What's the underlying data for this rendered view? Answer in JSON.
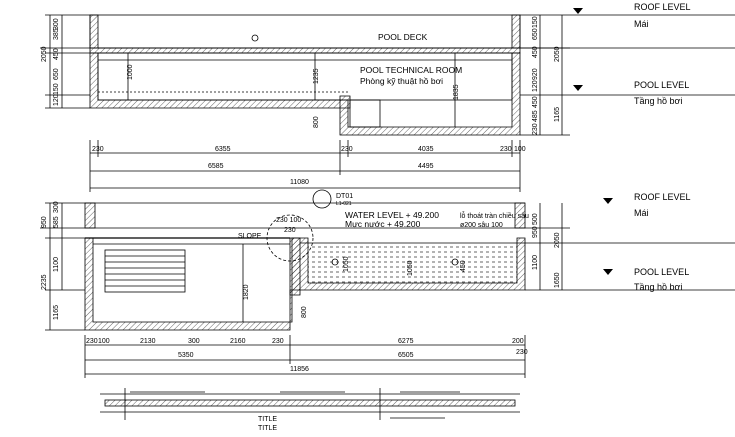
{
  "top_section": {
    "labels": {
      "pool_deck": "POOL DECK",
      "tech_room_en": "POOL TECHNICAL ROOM",
      "tech_room_vn": "Phòng kỹ thuật hồ bơi"
    },
    "level_labels": {
      "roof_level": "ROOF LEVEL",
      "roof_vn": "Mái",
      "pool_level": "POOL LEVEL",
      "pool_vn": "Tầng hồ bơi"
    },
    "left_dims": [
      "2050",
      "385",
      "300",
      "450",
      "650",
      "150",
      "120"
    ],
    "right_dims": [
      "150",
      "650",
      "450",
      "2050",
      "920",
      "1165",
      "120",
      "450",
      "485",
      "230"
    ],
    "inner_dims": [
      "1000",
      "1235",
      "1835",
      "800"
    ],
    "bottom_dims_row1": [
      "230",
      "6355",
      "230",
      "4035",
      "230",
      "100"
    ],
    "bottom_dims_row2": [
      "6585",
      "4495"
    ],
    "bottom_dims_total": "11080"
  },
  "mid_section": {
    "labels": {
      "water_level_en": "WATER LEVEL + 49.200",
      "water_level_vn": "Mực nước + 49.200",
      "note_en": "lỗ thoát tràn chiều sâu",
      "note_dim": "ø200 sâu 100",
      "slope": "SLOPE",
      "detail_id": "DT01",
      "detail_ref": "L1-021",
      "detail_dims": "230 100",
      "detail_dim2": "230"
    },
    "level_labels": {
      "roof_level": "ROOF LEVEL",
      "roof_vn": "Mái",
      "pool_level": "POOL LEVEL",
      "pool_vn": "Tầng hồ bơi"
    },
    "left_dims": [
      "950",
      "585",
      "300",
      "1100",
      "2235",
      "1165"
    ],
    "right_dims": [
      "500",
      "2050",
      "1100",
      "950",
      "1650"
    ],
    "inner_dims": [
      "1820",
      "800",
      "1050",
      "450"
    ],
    "bottom_dims_row1": [
      "230",
      "100",
      "2130",
      "300",
      "2160",
      "230",
      "6275",
      "200"
    ],
    "bottom_dims_row2": [
      "5350",
      "6505"
    ],
    "bottom_dims_total": "11856",
    "bottom_dims_extra": "230"
  },
  "bottom_strip": {
    "labels": [
      "TITLE",
      "TITLE"
    ]
  }
}
